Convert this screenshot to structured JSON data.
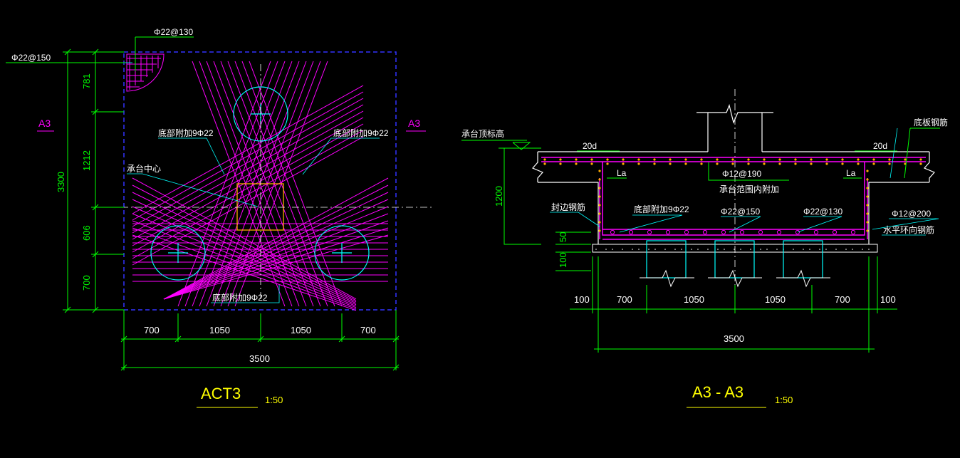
{
  "plan": {
    "title": "ACT3",
    "scale": "1:50",
    "rebar_top_left_horizontal": "Φ22@150",
    "rebar_top_left_vertical": "Φ22@130",
    "section_mark_left": "A3",
    "section_mark_right": "A3",
    "label_bottom_rebar_left": "底部附加9Φ22",
    "label_bottom_rebar_right": "底部附加9Φ22",
    "label_bottom_rebar_bottom": "底部附加9Φ22",
    "label_cap_center": "承台中心",
    "dims_bottom": [
      "700",
      "1050",
      "1050",
      "700"
    ],
    "dim_total": "3500",
    "dims_left": [
      "781",
      "1212",
      "606",
      "700"
    ],
    "dim_left_total": "3300"
  },
  "section": {
    "title": "A3 - A3",
    "scale": "1:50",
    "label_cap_top": "承台顶标高",
    "label_bottom_mesh": "底板钢筋",
    "label_20d_left": "20d",
    "label_20d_right": "20d",
    "label_la_left": "La",
    "label_la_right": "La",
    "label_side_rebar": "Φ12@190",
    "label_cap_perimeter": "承台范围内附加",
    "label_seal_rebar": "封边钢筋",
    "label_bottom_add": "底部附加9Φ22",
    "label_mid_rebar1": "Φ22@150",
    "label_mid_rebar2": "Φ22@130",
    "label_right_rebar": "Φ12@200",
    "label_horizontal": "水平环向钢筋",
    "dim_height": "1200",
    "dim_50": "50",
    "dim_100": "100",
    "dims_bottom": [
      "100",
      "700",
      "1050",
      "1050",
      "700",
      "100"
    ],
    "dim_total": "3500"
  },
  "colors": {
    "magenta": "#ff00ff",
    "cyan": "#00ffff",
    "green": "#00ff00",
    "yellow": "#ffff00",
    "white": "#ffffff",
    "blue": "#3333ff",
    "orange": "#ffaa00"
  }
}
